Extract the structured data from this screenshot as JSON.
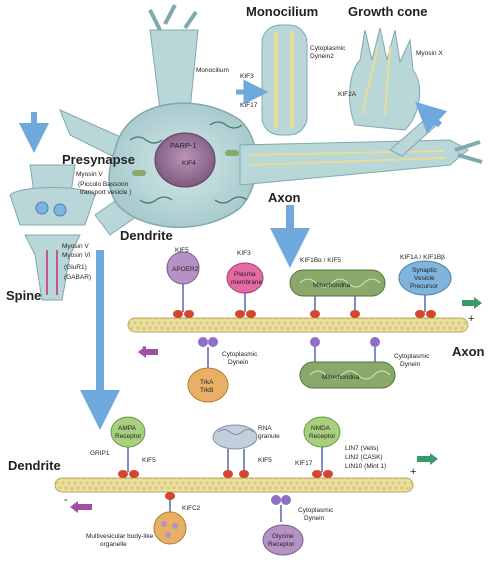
{
  "titles": {
    "monocilium": "Monocilium",
    "growth_cone": "Growth cone",
    "presynapse": "Presynapse",
    "axon": "Axon",
    "dendrite_upper": "Dendrite",
    "spine": "Spine",
    "axon_lower": "Axon",
    "dendrite_lower": "Dendrite"
  },
  "neuron_labels": {
    "monocilium": "Monocilium",
    "kif3": "KIF3",
    "kif17": "KIF17",
    "cyto_dynein2_a": "Cytoplasmic",
    "cyto_dynein2_b": "Dynein2",
    "myosin_x": "Myosin X",
    "kif2a": "KIF2A",
    "parp1": "PARP-1",
    "kif4": "KIF4"
  },
  "presynapse_labels": {
    "myosin_v": "Myosin V",
    "piccolo_a": "(Piccolo Bassoon",
    "piccolo_b": "transport vesicle )",
    "myosin_v2": "Myosin V",
    "myosin_vi": "Myosin VI",
    "glur1": "(GluR1)",
    "gabar": "(GABAR)"
  },
  "axon_motors": {
    "kif5": "KIF5",
    "apoer2": "APOER2",
    "kif3": "KIF3",
    "plasma_a": "Plasma",
    "plasma_b": "membrane",
    "kif1b": "KIF1Bα / KIF5",
    "mito_top": "Mitochondria",
    "kif1a": "KIF1A / KIF1Bβ",
    "svp_a": "Synaptic",
    "svp_b": "Vesicle",
    "svp_c": "Precursor",
    "cyto_dyn_a": "Cytoplasmic",
    "cyto_dyn_b": "Dynein",
    "trk_a": "TrkA",
    "trk_b": "TrkB",
    "mito_bottom": "Mitochondria",
    "cyto_dyn2_a": "Cytoplasmic",
    "cyto_dyn2_b": "Dynein",
    "plus": "+",
    "minus": "-"
  },
  "dendrite_motors": {
    "ampa_a": "AMPA",
    "ampa_b": "Receptor",
    "grip1": "GRIP1",
    "kif5": "KIF5",
    "rna_a": "RNA",
    "rna_b": "granule",
    "kif5b": "KIF5",
    "nmda_a": "NMDA",
    "nmda_b": "Receptor",
    "kif17": "KIF17",
    "lin7": "LIN7 (Velis)",
    "lin2": "LIN2 (CASK)",
    "lin10": "LIN10 (Mint 1)",
    "kifc2": "KIFC2",
    "mvb_a": "Multivesicular body-like",
    "mvb_b": "organelle",
    "cyto_dyn_a": "Cytoplasmic",
    "cyto_dyn_b": "Dynein",
    "glycine_a": "Glycine",
    "glycine_b": "Receptor",
    "plus": "+",
    "minus": "-"
  },
  "colors": {
    "cell": "#b9d6d8",
    "cell_edge": "#7fa9ae",
    "microtubule": "#e8dc9a",
    "mt_edge": "#b8a95e",
    "arrow_blue": "#6fa8dc",
    "arrow_green": "#3c9a6a",
    "arrow_purple": "#a04fa8",
    "motor_red": "#d2452f",
    "motor_purple": "#8e6fc1",
    "mito": "#8aa86a",
    "cargo_pink": "#e46aa3",
    "cargo_lilac": "#b592c6",
    "cargo_blue": "#7fb4dc",
    "cargo_orange": "#e8b064"
  }
}
